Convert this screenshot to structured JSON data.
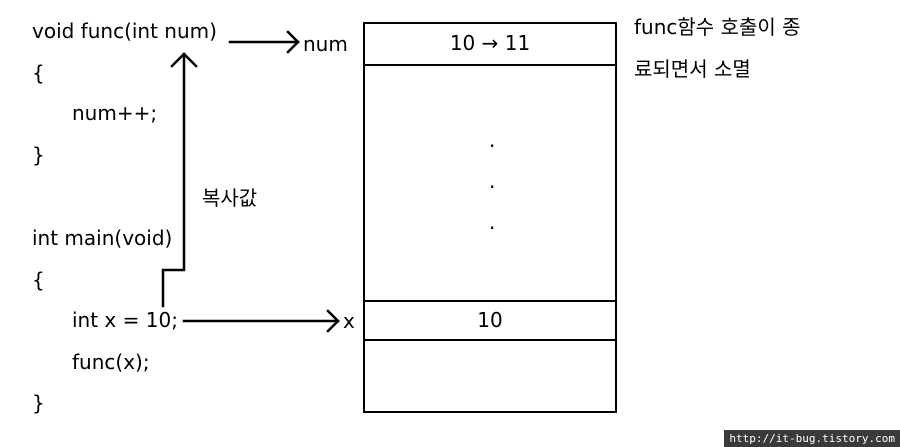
{
  "code": {
    "lines": [
      "void func(int num)",
      "{",
      "num++;",
      "}",
      "int main(void)",
      "{",
      "int x = 10;",
      "func(x);",
      "}"
    ]
  },
  "labels": {
    "num": "num",
    "x": "x",
    "copy_value": "복사값"
  },
  "memory": {
    "num_cell": "10 → 11",
    "x_cell": "10",
    "ellipsis": [
      "·",
      "·",
      "·"
    ]
  },
  "note": {
    "line1": "func함수 호출이 종",
    "line2": "료되면서 소멸"
  },
  "watermark": "http://it-bug.tistory.com"
}
